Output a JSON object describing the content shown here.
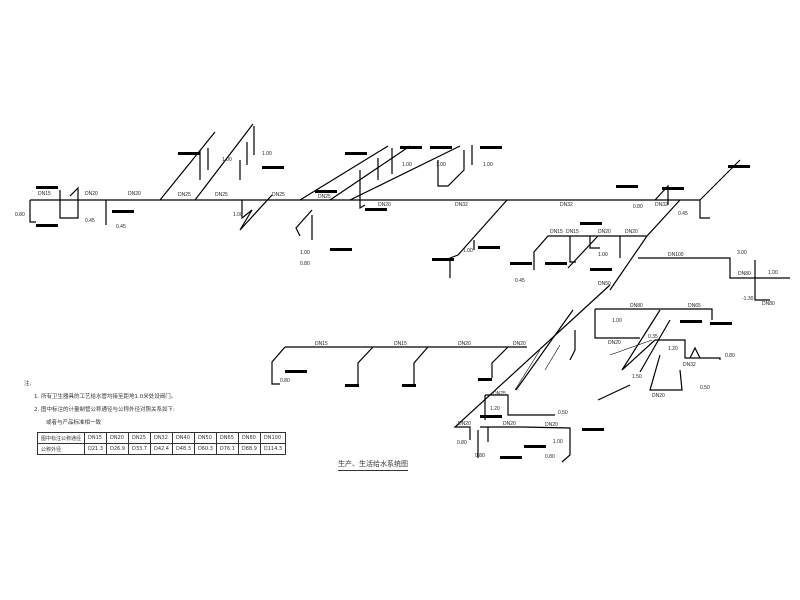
{
  "title": "生产、生活给水系统图",
  "notes": {
    "heading": "注:",
    "items": [
      "1. 所有卫生器具的工艺给水管均接至距地1.0米处设阀门。",
      "2. 图中标注的计量制管公称通径与公称外径对照关系如下:"
    ],
    "sub": "或者与产品标准相一致"
  },
  "table": {
    "row_headers": [
      "图中标注公称通径",
      "公称外径"
    ],
    "nominal": [
      "DN15",
      "DN20",
      "DN25",
      "DN32",
      "DN40",
      "DN50",
      "DN65",
      "DN80",
      "DN100"
    ],
    "outer": [
      "D21.3",
      "D26.9",
      "D33.7",
      "D42.4",
      "D48.3",
      "D60.3",
      "D76.1",
      "D88.9",
      "D114.3"
    ]
  },
  "labels": {
    "dn15": "DN15",
    "dn20": "DN20",
    "dn25": "DN25",
    "dn32": "DN32",
    "dn50": "DN50",
    "dn65": "DN65",
    "dn80": "DN80",
    "dn100": "DN100",
    "e080": "0.80",
    "e045": "0.45",
    "e100": "1.00",
    "e120": "1.20",
    "e300": "3.00",
    "em130": "-1.30",
    "e050": "0.50",
    "e035": "0.35",
    "e150": "1.50"
  }
}
